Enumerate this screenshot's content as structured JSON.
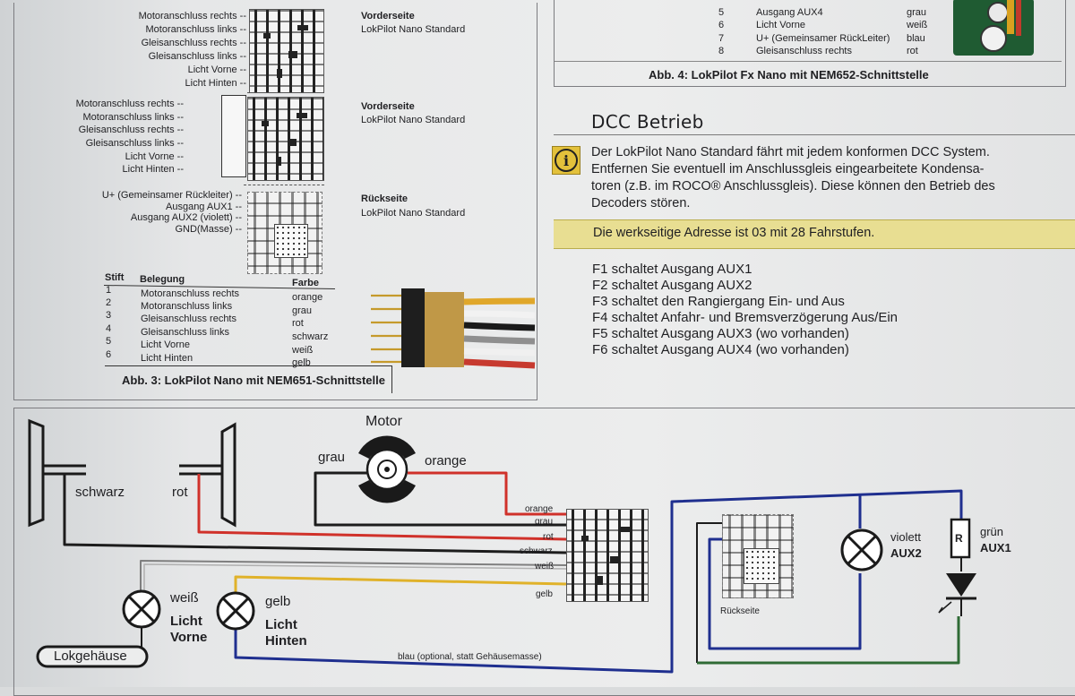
{
  "fig3": {
    "pin_labels_a": [
      "Motoranschluss rechts --",
      "Motoranschluss links --",
      "Gleisanschluss rechts --",
      "Gleisanschluss links --",
      "Licht Vorne --",
      "Licht Hinten --"
    ],
    "side_a": "Vorderseite",
    "model_a": "LokPilot Nano Standard",
    "pin_labels_b": [
      "Motoranschluss rechts --",
      "Motoranschluss links --",
      "Gleisanschluss rechts --",
      "Gleisanschluss links --",
      "Licht Vorne --",
      "Licht Hinten --"
    ],
    "side_b": "Vorderseite",
    "model_b": "LokPilot Nano Standard",
    "pin_labels_c": [
      "U+ (Gemeinsamer Rückleiter) --",
      "Ausgang AUX1 --",
      "Ausgang AUX2 (violett) --",
      "GND(Masse) --"
    ],
    "side_c": "Rückseite",
    "model_c": "LokPilot Nano Standard",
    "table_headers": {
      "pin": "Stift",
      "assignment": "Belegung",
      "color": "Farbe"
    },
    "table_rows": [
      {
        "pin": "1",
        "assignment": "Motoranschluss rechts",
        "color": "orange"
      },
      {
        "pin": "2",
        "assignment": "Motoranschluss links",
        "color": "grau"
      },
      {
        "pin": "3",
        "assignment": "Gleisanschluss rechts",
        "color": "rot"
      },
      {
        "pin": "4",
        "assignment": "Gleisanschluss links",
        "color": "schwarz"
      },
      {
        "pin": "5",
        "assignment": "Licht Vorne",
        "color": "weiß"
      },
      {
        "pin": "6",
        "assignment": "Licht Hinten",
        "color": "gelb"
      }
    ],
    "caption": "Abb. 3: LokPilot Nano mit NEM651-Schnittstelle"
  },
  "fig4": {
    "rows": [
      {
        "pin": "5",
        "assignment": "Ausgang AUX4",
        "color": "grau"
      },
      {
        "pin": "6",
        "assignment": "Licht Vorne",
        "color": "weiß"
      },
      {
        "pin": "7",
        "assignment": "U+ (Gemeinsamer RückLeiter)",
        "color": "blau"
      },
      {
        "pin": "8",
        "assignment": "Gleisanschluss rechts",
        "color": "rot"
      }
    ],
    "caption": "Abb. 4: LokPilot Fx Nano mit NEM652-Schnittstelle"
  },
  "dcc": {
    "title": "DCC Betrieb",
    "paragraph_lines": [
      "Der LokPilot Nano Standard fährt mit jedem konformen DCC System.",
      "Entfernen Sie eventuell im Anschlussgleis eingearbeitete Kondensa-",
      "toren (z.B. im ROCO® Anschlussgleis). Diese können den Betrieb des",
      "Decoders stören."
    ],
    "highlight": "Die werkseitige Adresse ist 03 mit 28 Fahrstufen.",
    "functions": [
      "F1 schaltet Ausgang AUX1",
      "F2 schaltet Ausgang AUX2",
      "F3 schaltet den Rangiergang Ein- und Aus",
      "F4 schaltet Anfahr- und Bremsverzögerung Aus/Ein",
      "F5 schaltet Ausgang AUX3 (wo vorhanden)",
      "F6 schaltet Ausgang AUX4 (wo vorhanden)"
    ]
  },
  "wiring": {
    "motor": "Motor",
    "grau": "grau",
    "orange": "orange",
    "schwarz": "schwarz",
    "rot": "rot",
    "wire_tags": [
      "orange",
      "grau",
      "rot",
      "schwarz",
      "weiß",
      "gelb"
    ],
    "weiss": "weiß",
    "gelb": "gelb",
    "licht_vorne": [
      "Licht",
      "Vorne"
    ],
    "licht_hinten": [
      "Licht",
      "Hinten"
    ],
    "lokgehaeuse": "Lokgehäuse",
    "blau_note": "blau (optional, statt Gehäusemasse)",
    "rueckseite": "Rückseite",
    "violett": "violett",
    "aux2": "AUX2",
    "gruen": "grün",
    "aux1": "AUX1",
    "resistor": "R"
  },
  "colors": {
    "wire_red": "#d0312a",
    "wire_black": "#1c1c1c",
    "wire_blue": "#1f2f8f",
    "wire_yellow": "#e0b22a",
    "wire_green": "#2f6b35",
    "wire_gray": "#7f7f7f",
    "highlight": "#e8de92",
    "info_icon": "#e3c13b"
  }
}
